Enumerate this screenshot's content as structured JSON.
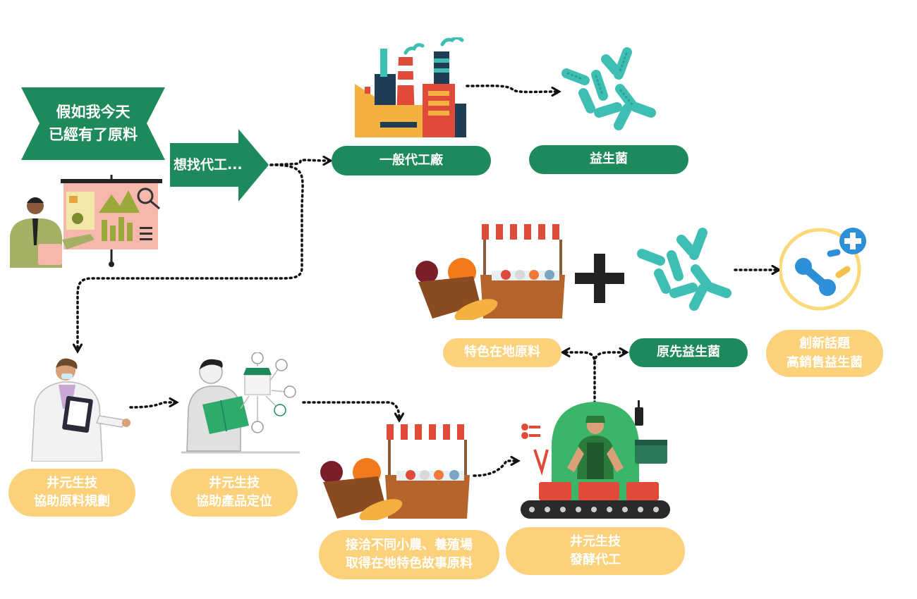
{
  "banner": {
    "line1": "假如我今天",
    "line2": "已經有了原料"
  },
  "arrow_label": "想找代工...",
  "labels": {
    "generic_factory": "一般代工廠",
    "probiotics": "益生菌",
    "local_materials": "特色在地原料",
    "original_probiotics": "原先益生菌",
    "innovation": "創新話題\n高銷售益生菌",
    "plan_materials": "井元生技\n協助原料規劃",
    "product_positioning": "井元生技\n協助產品定位",
    "sourcing": "接洽不同小農、養殖場\n取得在地特色故事原料",
    "fermentation": "井元生技\n發酵代工"
  },
  "colors": {
    "primary_green": "#1e8a5c",
    "label_yellow": "#fbd27b",
    "bacteria_teal": "#3fbfb3",
    "factory_red": "#e04a3a",
    "factory_navy": "#1f3b55",
    "factory_orange": "#f4b040"
  },
  "icons": [
    "factory-icon",
    "bacteria-icon",
    "presenter-icon",
    "doctor-icon",
    "planner-icon",
    "market-stall-icon",
    "plus-icon",
    "probiotic-badge-icon",
    "worker-icon"
  ]
}
